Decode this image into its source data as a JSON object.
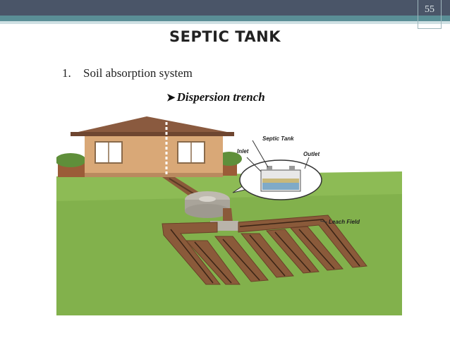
{
  "slide": {
    "page_number": "55",
    "title": "SEPTIC TANK",
    "list_number": "1.",
    "list_item": "Soil absorption system",
    "sub_bullet": "Dispersion trench"
  },
  "figure": {
    "labels": {
      "septic_tank": "Septic Tank",
      "inlet": "Inlet",
      "outlet": "Outlet",
      "leach_field": "Leach Field"
    }
  },
  "colors": {
    "top_bar": "#4a5568",
    "accent_bar": "#5a8e96",
    "grass": "#8fbf5a",
    "soil": "#8a5a3a",
    "house": "#d9a877",
    "roof": "#8a5a3f"
  }
}
